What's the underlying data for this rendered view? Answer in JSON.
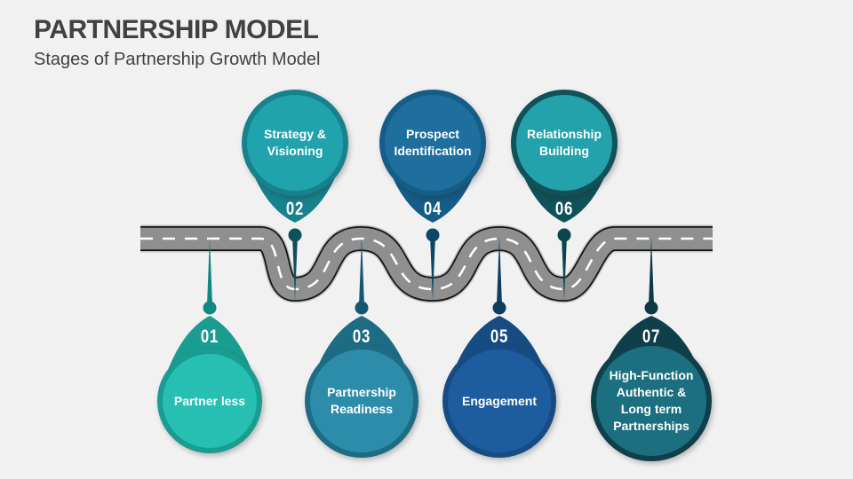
{
  "slide": {
    "title": "PARTNERSHIP MODEL",
    "subtitle": "Stages of Partnership Growth Model",
    "title_color": "#3F4142",
    "background_color": "#F1F1F2"
  },
  "road": {
    "casing_color": "#C0C0C0",
    "edge_color": "#141414",
    "asphalt_color": "#8F8F8F",
    "center_line_color": "#FFFFFF"
  },
  "stages": [
    {
      "number": "01",
      "label": "Partner less",
      "position": "bottom",
      "fill_color": "#26BFB2",
      "ring_color": "#1A9C90",
      "pin_color": "#108780"
    },
    {
      "number": "02",
      "label": "Strategy &\nVisioning",
      "position": "top",
      "fill_color": "#21A3AE",
      "ring_color": "#17828C",
      "pin_color": "#0E515C"
    },
    {
      "number": "03",
      "label": "Partnership\nReadiness",
      "position": "bottom",
      "fill_color": "#2E8CAB",
      "ring_color": "#1D6C84",
      "pin_color": "#135873"
    },
    {
      "number": "04",
      "label": "Prospect\nIdentification",
      "position": "top",
      "fill_color": "#1E6F9E",
      "ring_color": "#155C86",
      "pin_color": "#0E4668"
    },
    {
      "number": "05",
      "label": "Engagement",
      "position": "bottom",
      "fill_color": "#1E5CA0",
      "ring_color": "#174C83",
      "pin_color": "#0E3C63"
    },
    {
      "number": "06",
      "label": "Relationship\nBuilding",
      "position": "top",
      "fill_color": "#23A2AB",
      "ring_color": "#115159",
      "pin_color": "#0A454E"
    },
    {
      "number": "07",
      "label": "High-Function\nAuthentic &\nLong term\nPartnerships",
      "position": "bottom",
      "fill_color": "#1B6F7F",
      "ring_color": "#0F3F4A",
      "pin_color": "#0D3944"
    }
  ]
}
